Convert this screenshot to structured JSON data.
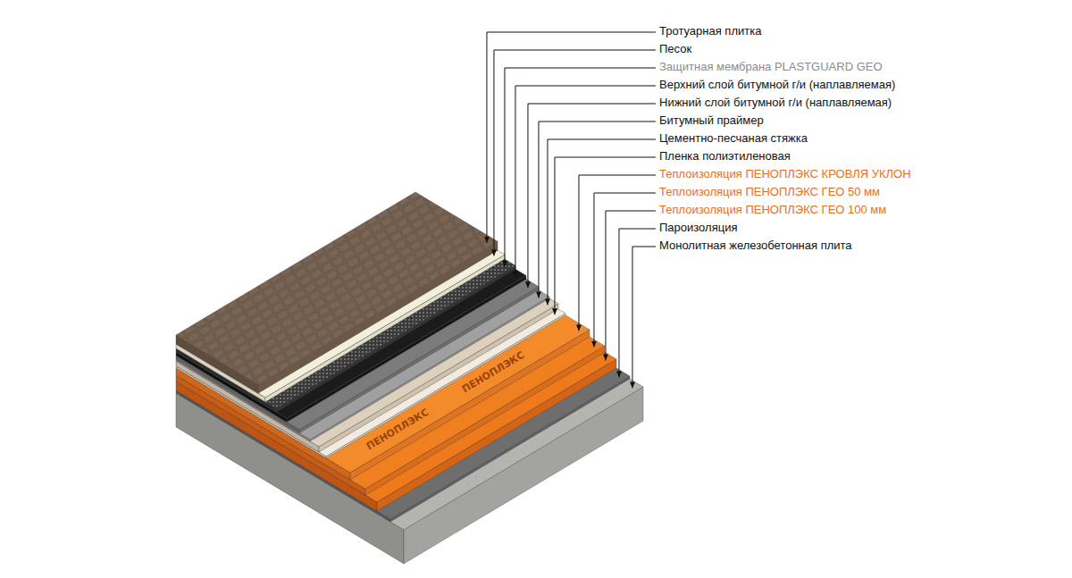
{
  "diagram": {
    "labels": [
      "Тротуарная плитка",
      "Песок",
      "Защитная мембрана PLASTGUARD GEO",
      "Верхний слой битумной г/и (наплавляемая)",
      "Нижний слой битумной г/и (наплавляемая)",
      "Битумный праймер",
      "Цементно-песчаная стяжка",
      "Пленка полиэтиленовая",
      "Теплоизоляция ПЕНОПЛЭКС КРОВЛЯ УКЛОН",
      "Теплоизоляция ПЕНОПЛЭКС ГЕО 50 мм",
      "Теплоизоляция ПЕНОПЛЭКС ГЕО 100 мм",
      "Пароизоляция",
      "Монолитная железобетонная плита",
      "ПЕНОПЛЭКС",
      "ПЕНОПЛЭКС"
    ]
  }
}
